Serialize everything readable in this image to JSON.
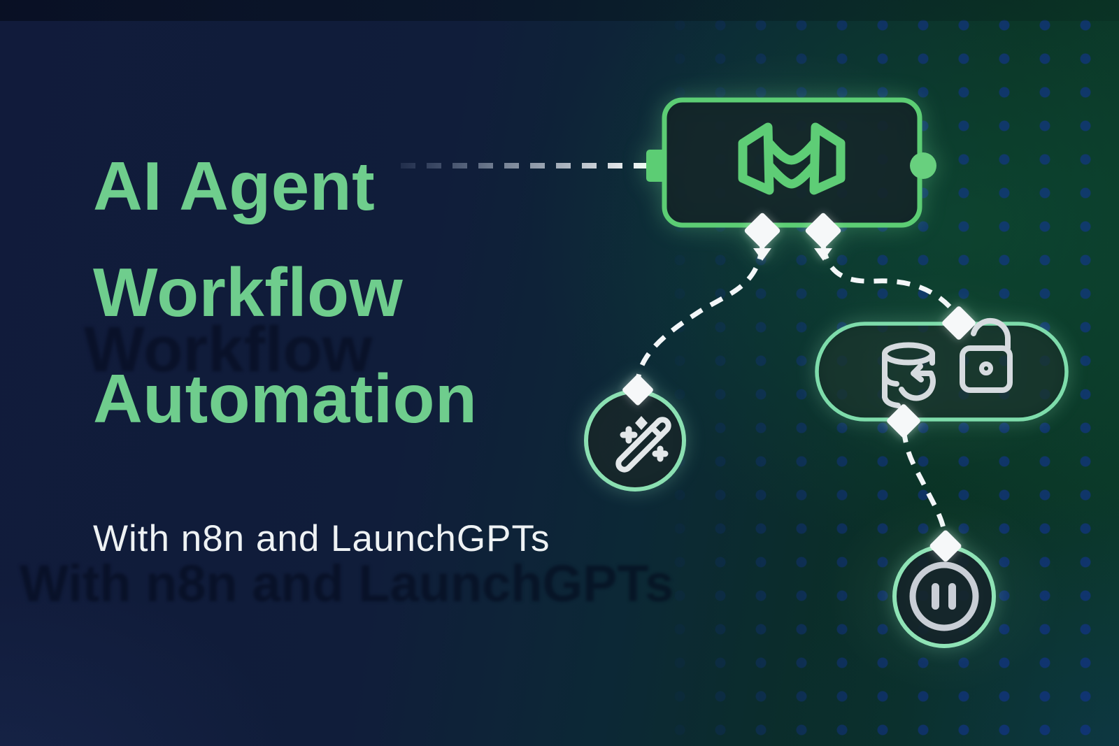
{
  "title": {
    "lines": [
      "AI Agent",
      "Workflow",
      "Automation"
    ],
    "color": "#6fcd8d"
  },
  "subtitle": {
    "text": "With n8n and LaunchGPTs",
    "color": "#eef2f4"
  },
  "background": {
    "left_color": "#111b3b",
    "right_color": "#0b3a29",
    "dot_color": "#14349e",
    "pattern": "dot-grid"
  },
  "workflow": {
    "trigger_node": {
      "icon": "w-logo-icon",
      "accent_color": "#5ccd74",
      "input_connector": "square",
      "output_connector": "circle"
    },
    "branch_nodes": [
      {
        "icon": "magic-wand-icon",
        "shape": "circle",
        "accent_color": "#8be0b2"
      },
      {
        "icons": [
          "database-restore-icon",
          "lock-open-icon"
        ],
        "shape": "pill",
        "accent_color": "#7edcab"
      },
      {
        "icon": "pause-icon",
        "shape": "circle",
        "accent_color": "#8fe3b6"
      }
    ],
    "connector_style": {
      "type": "dashed",
      "color": "#f3f6f8",
      "marker": "diamond"
    }
  }
}
